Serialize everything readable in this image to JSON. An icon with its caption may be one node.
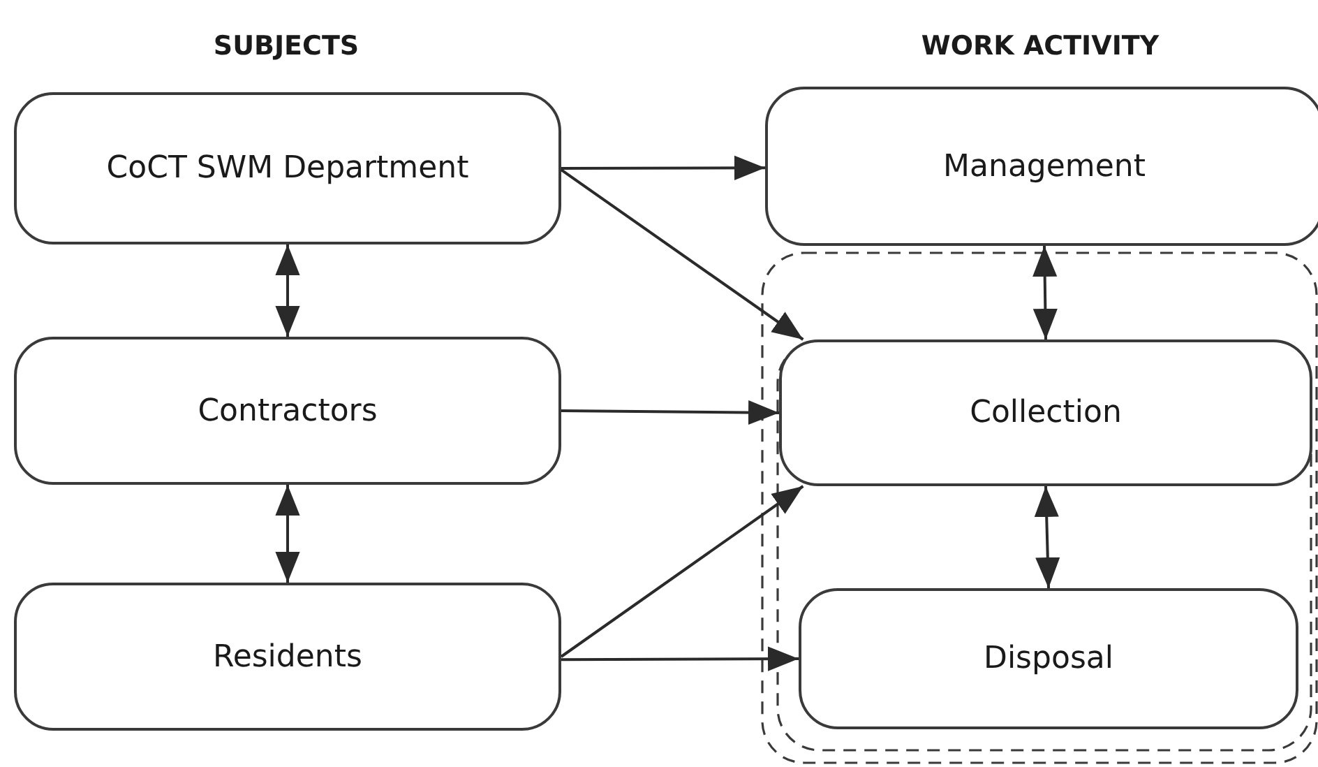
{
  "diagram": {
    "nodes": [
      {
        "text": [
          "CoCT SWM Department"
        ]
      },
      {
        "text": [
          "Management"
        ]
      },
      {
        "text": [],
        "shape": "box"
      },
      {
        "text": [],
        "shape": "box",
        "in": 2
      },
      {
        "text": [
          "Contractors"
        ]
      },
      {
        "text": [
          "Collection"
        ],
        "in": 3
      },
      {
        "text": [
          "Residents"
        ]
      },
      {
        "text": [
          "Disposal"
        ],
        "in": 3
      }
    ],
    "edges": [
      {
        "from": 0,
        "to": 1,
        "arrow": "to"
      },
      {
        "from": 0,
        "to": 5,
        "arrow": "to"
      },
      {
        "from": 0,
        "to": 4,
        "arrow": "both"
      },
      {
        "from": 1,
        "to": 5,
        "arrow": "both"
      },
      {
        "from": 4,
        "to": 5,
        "arrow": "to"
      },
      {
        "from": 4,
        "to": 6,
        "arrow": "both"
      },
      {
        "from": 6,
        "to": 5,
        "arrow": "to"
      },
      {
        "from": 6,
        "to": 7,
        "arrow": "to"
      },
      {
        "from": 5,
        "to": 7,
        "arrow": "both"
      }
    ],
    "labels": [
      "SUBJECTS",
      "WORK ACTIVITY"
    ]
  }
}
